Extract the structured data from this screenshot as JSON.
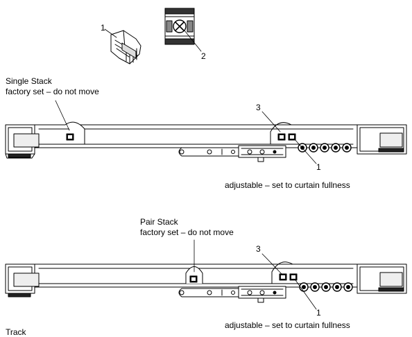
{
  "callouts": {
    "part_1": "1",
    "part_2": "2",
    "single_3": "3",
    "single_1": "1",
    "pair_3": "3",
    "pair_1": "1"
  },
  "single_stack": {
    "title": "Single Stack",
    "note": "factory set – do not move",
    "adjustable": "adjustable – set to curtain fullness"
  },
  "pair_stack": {
    "title": "Pair Stack",
    "note": "factory set – do not move",
    "adjustable": "adjustable – set to curtain fullness"
  },
  "track_label": "Track"
}
